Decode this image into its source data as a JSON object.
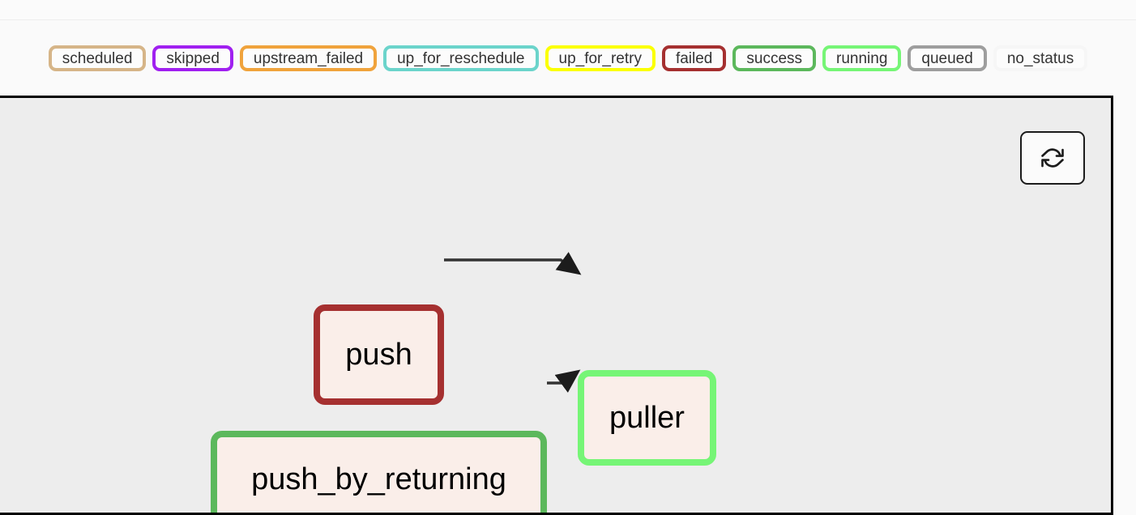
{
  "legend": {
    "name": "task-status-legend",
    "items": [
      {
        "label": "scheduled",
        "color": "#d6b588"
      },
      {
        "label": "skipped",
        "color": "#a020f0"
      },
      {
        "label": "upstream_failed",
        "color": "#f0a33c"
      },
      {
        "label": "up_for_reschedule",
        "color": "#6bd4cb"
      },
      {
        "label": "up_for_retry",
        "color": "#fbff00"
      },
      {
        "label": "failed",
        "color": "#a53030"
      },
      {
        "label": "success",
        "color": "#5cb85c"
      },
      {
        "label": "running",
        "color": "#76f576"
      },
      {
        "label": "queued",
        "color": "#9e9e9e"
      },
      {
        "label": "no_status",
        "color": "#f6f6f6"
      }
    ]
  },
  "graph": {
    "refresh_button_label": "refresh-icon",
    "nodes": [
      {
        "id": "push",
        "label": "push",
        "status": "failed",
        "border": "#a53030",
        "fill": "#faeee9"
      },
      {
        "id": "push_by_returning",
        "label": "push_by_returning",
        "status": "success",
        "border": "#5cb85c",
        "fill": "#faeee9"
      },
      {
        "id": "puller",
        "label": "puller",
        "status": "running",
        "border": "#76f576",
        "fill": "#faeee9"
      }
    ],
    "edges": [
      {
        "from": "push",
        "to": "puller"
      },
      {
        "from": "push_by_returning",
        "to": "puller"
      }
    ],
    "edge_color": "#333333"
  }
}
